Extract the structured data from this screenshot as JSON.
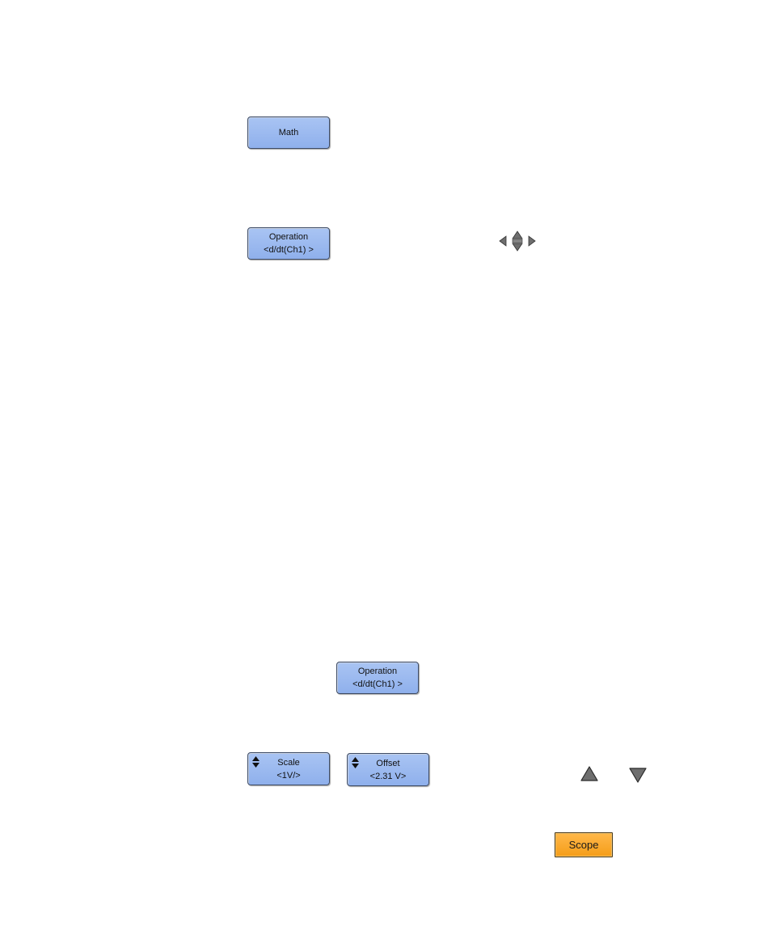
{
  "math_key": {
    "label": "Math"
  },
  "operation_key_top": {
    "line1": "Operation",
    "line2": "<d/dt(Ch1) >"
  },
  "operation_key_bottom": {
    "line1": "Operation",
    "line2": "<d/dt(Ch1) >"
  },
  "scale_key": {
    "line1": "Scale",
    "line2": "<1V/>"
  },
  "offset_key": {
    "line1": "Offset",
    "line2": "<2.31 V>"
  },
  "scope_key": {
    "label": "Scope"
  },
  "icons": {
    "navigation": "arrow-keys-icon",
    "up": "up-arrow-key-icon",
    "down": "down-arrow-key-icon",
    "updown": "up-down-indicator-icon"
  },
  "colors": {
    "softkey_fill": "#9ab8ef",
    "scope_fill": "#f7a52a",
    "arrow_gray": "#6e6e6e"
  }
}
